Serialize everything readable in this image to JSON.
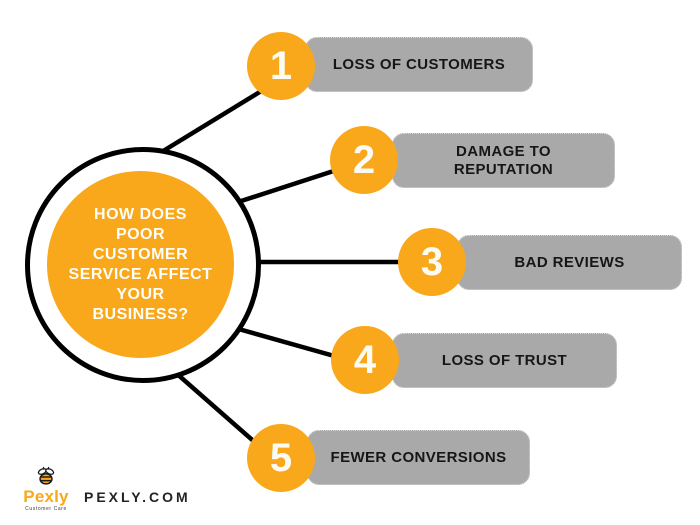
{
  "hub": {
    "title": "HOW DOES POOR CUSTOMER SERVICE AFFECT YOUR BUSINESS?",
    "title_lines": [
      "HOW DOES",
      "POOR",
      "CUSTOMER",
      "SERVICE AFFECT",
      "YOUR",
      "BUSINESS?"
    ]
  },
  "items": [
    {
      "number": "1",
      "label": "LOSS OF CUSTOMERS"
    },
    {
      "number": "2",
      "label": "DAMAGE TO REPUTATION"
    },
    {
      "number": "3",
      "label": "BAD REVIEWS"
    },
    {
      "number": "4",
      "label": "LOSS OF TRUST"
    },
    {
      "number": "5",
      "label": "FEWER CONVERSIONS"
    }
  ],
  "footer": {
    "brand": "Pexly",
    "tagline": "Customer Care",
    "website": "PEXLY.COM"
  },
  "colors": {
    "accent_orange": "#F9A81C",
    "bar_gray": "#A9A9A9",
    "line_black": "#000000",
    "text_white": "#FFFFFF"
  }
}
